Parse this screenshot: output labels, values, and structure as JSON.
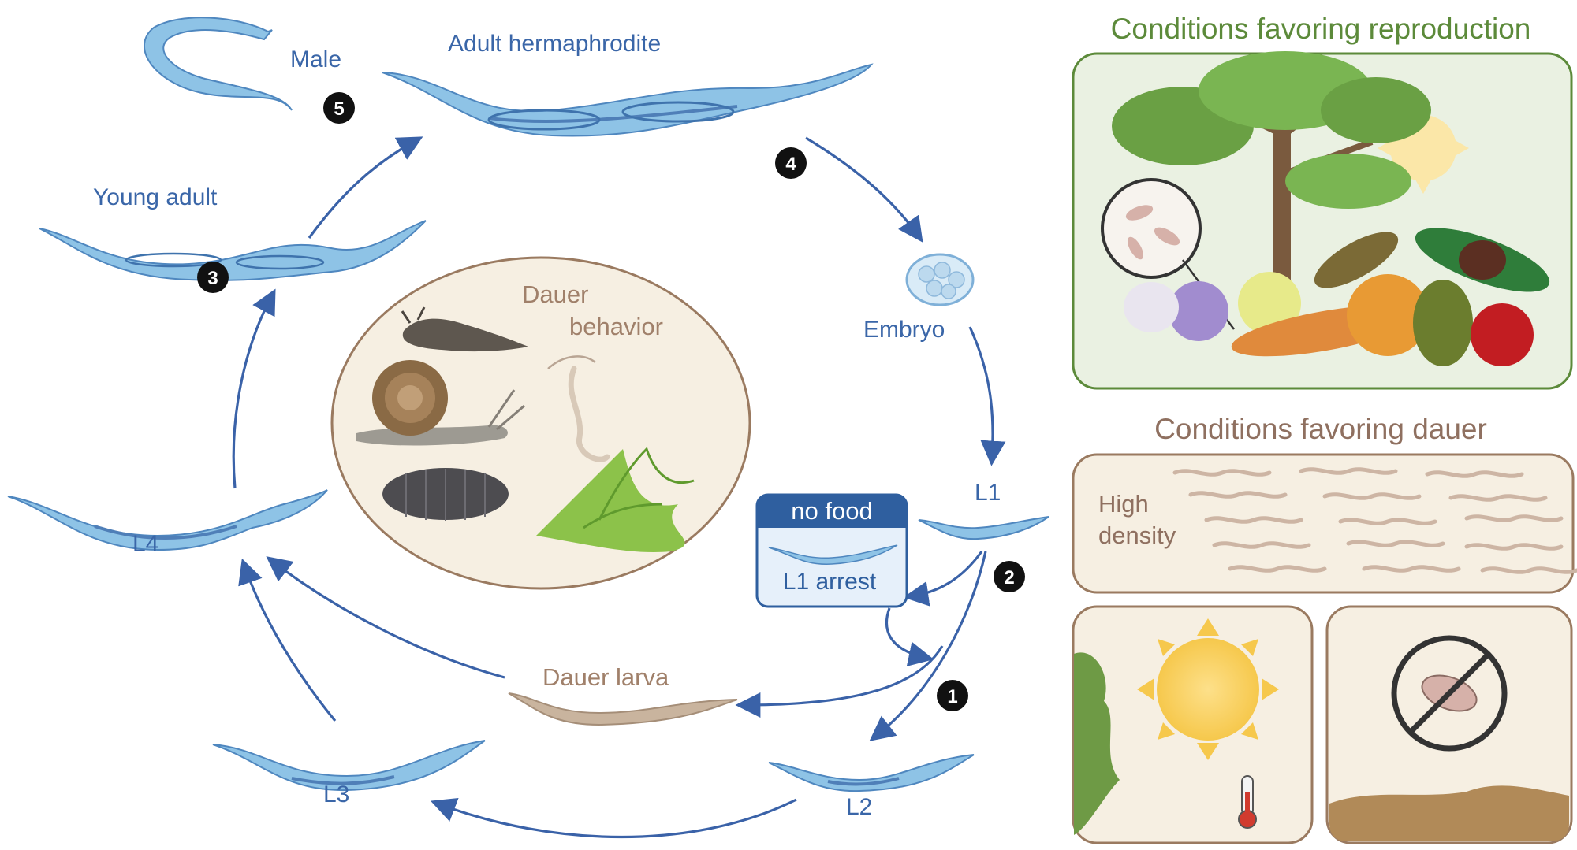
{
  "cycle": {
    "male": "Male",
    "adult_hermaphrodite": "Adult hermaphrodite",
    "young_adult": "Young adult",
    "embryo": "Embryo",
    "l1": "L1",
    "l2": "L2",
    "l3": "L3",
    "l4": "L4",
    "dauer_larva": "Dauer larva",
    "no_food": "no food",
    "l1_arrest": "L1 arrest"
  },
  "steps": {
    "s1": "1",
    "s2": "2",
    "s3": "3",
    "s4": "4",
    "s5": "5"
  },
  "dauer_panel": {
    "line1": "Dauer",
    "line2": "behavior"
  },
  "right_panels": {
    "reproduction_title": "Conditions favoring reproduction",
    "dauer_title": "Conditions favoring dauer",
    "density_line1": "High",
    "density_line2": "density"
  },
  "colors": {
    "cycle_blue": "#3a62a8",
    "worm_blue": "#8ec3e6",
    "dauer_brown": "#a0806a",
    "repro_green": "#5c8a3a",
    "number_badge": "#111111"
  }
}
